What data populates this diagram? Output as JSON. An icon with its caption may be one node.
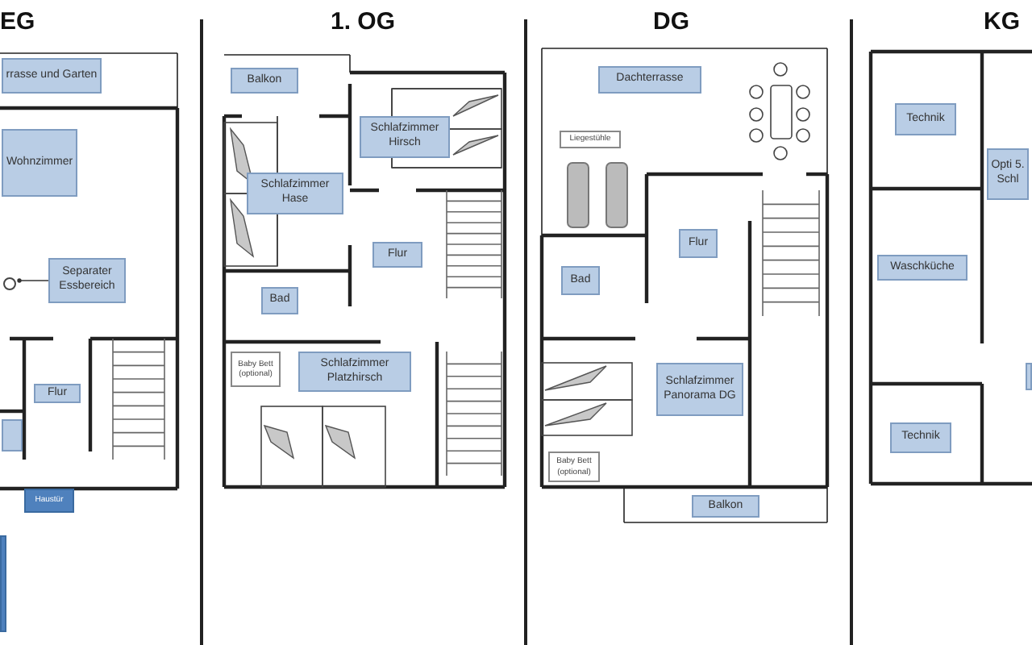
{
  "diagram": {
    "nodes": [
      {
        "text": [
          "rrasse und Garten"
        ]
      },
      {
        "text": [
          "Wohnzimmer"
        ]
      },
      {
        "text": [
          "Separater Essbereich"
        ]
      },
      {
        "text": [],
        "shape": "circle"
      },
      {
        "text": [
          "Flur"
        ]
      },
      {
        "text": [],
        "shape": "box"
      },
      {
        "text": [
          "Haustür"
        ]
      },
      {
        "text": [],
        "shape": "box"
      },
      {
        "text": [
          "Balkon"
        ]
      },
      {
        "text": [
          "Schlafzimmer Hirsch"
        ]
      },
      {
        "text": [
          "Schlafzimmer Hase"
        ]
      },
      {
        "text": [
          "Flur"
        ]
      },
      {
        "text": [
          "Bad"
        ]
      },
      {
        "text": [
          "Baby Bett (optional)"
        ]
      },
      {
        "text": [
          "Schlafzimmer Platzhirsch"
        ]
      },
      {
        "text": [
          "Dachterrasse"
        ]
      },
      {
        "text": [
          "Liegestühle"
        ]
      },
      {
        "text": [
          "Flur"
        ]
      },
      {
        "text": [
          "Bad"
        ]
      },
      {
        "text": [
          "Schlafzimmer Panorama DG"
        ]
      },
      {
        "text": [
          "Baby Bett (optional)"
        ]
      },
      {
        "text": [
          "Balkon"
        ]
      },
      {
        "text": [
          "Technik"
        ]
      },
      {
        "text": [
          "Opti 5. Schl"
        ]
      },
      {
        "text": [
          "Waschküche"
        ]
      },
      {
        "text": [
          "Technik"
        ]
      },
      {
        "text": [],
        "shape": "box"
      }
    ],
    "edges": [
      {
        "from": 2,
        "to": 3,
        "arrow": "other"
      }
    ],
    "labels": [
      "EG",
      "1. OG",
      "DG",
      "KG"
    ]
  }
}
